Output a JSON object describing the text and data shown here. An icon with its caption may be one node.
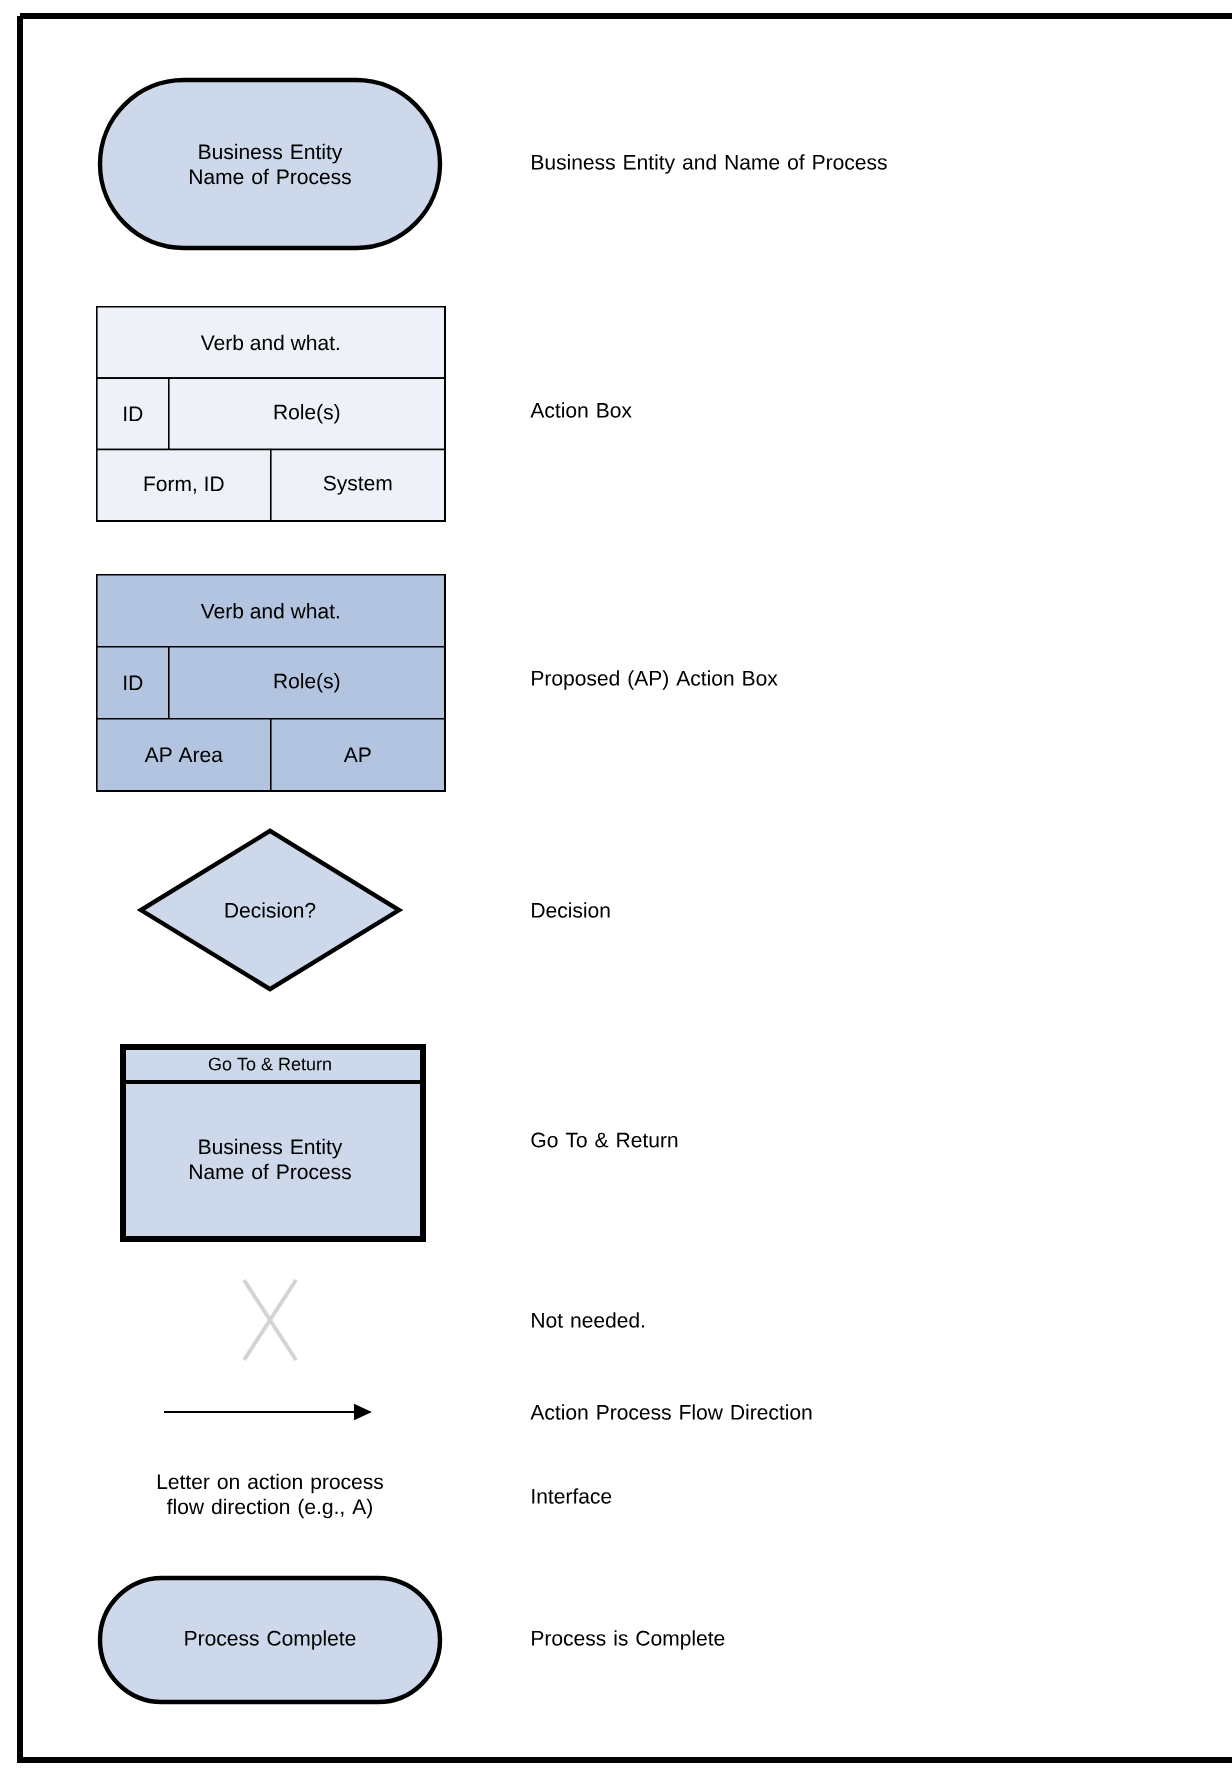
{
  "diagram": {
    "nodes": [
      {
        "text": [
          "Business Entity Name of Process"
        ]
      },
      {
        "text": [
          "Verb and what.",
          "ID",
          "Role(s)",
          "Form, ID",
          "System"
        ]
      },
      {
        "text": [
          "Verb and what.",
          "ID",
          "Role(s)",
          "AP Area",
          "AP"
        ]
      },
      {
        "text": [
          "Decision?"
        ]
      },
      {
        "text": [
          "Go To & Return",
          "Business Entity Name of Process"
        ]
      },
      {
        "text": [
          "Process Complete"
        ]
      }
    ],
    "labels": [
      "Business Entity and Name of Process",
      "Action Box",
      "Proposed (AP) Action Box",
      "Decision",
      "Go To & Return",
      "Not needed.",
      "Action Process Flow Direction",
      "Letter on action process flow direction (e.g., A)",
      "Interface",
      "Process is Complete"
    ]
  }
}
